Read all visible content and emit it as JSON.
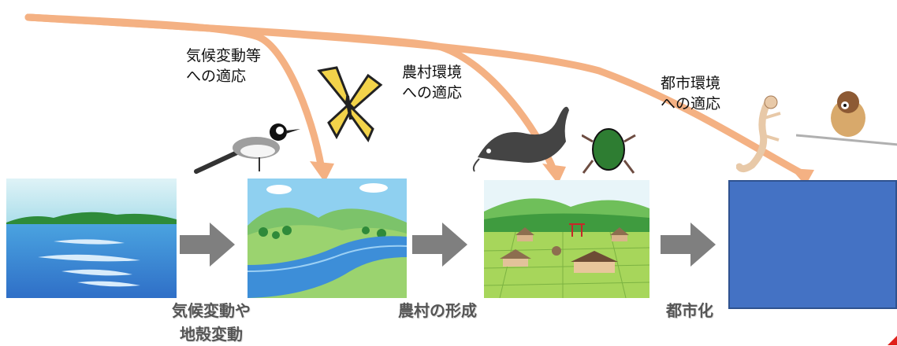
{
  "labels": {
    "climate_adaptation": [
      "気候変動等",
      "への適応"
    ],
    "rural_adaptation": [
      "農村環境",
      "への適応"
    ],
    "urban_adaptation": [
      "都市環境",
      "への適応"
    ]
  },
  "captions": {
    "climate_crust": [
      "気候変動や",
      "地殻変動"
    ],
    "village": "農村の形成",
    "urbanization": "都市化"
  },
  "colors": {
    "arrow_orange": "#f4b183",
    "step_arrow_gray": "#7f7f7f",
    "urban_box": "#4472c4"
  }
}
